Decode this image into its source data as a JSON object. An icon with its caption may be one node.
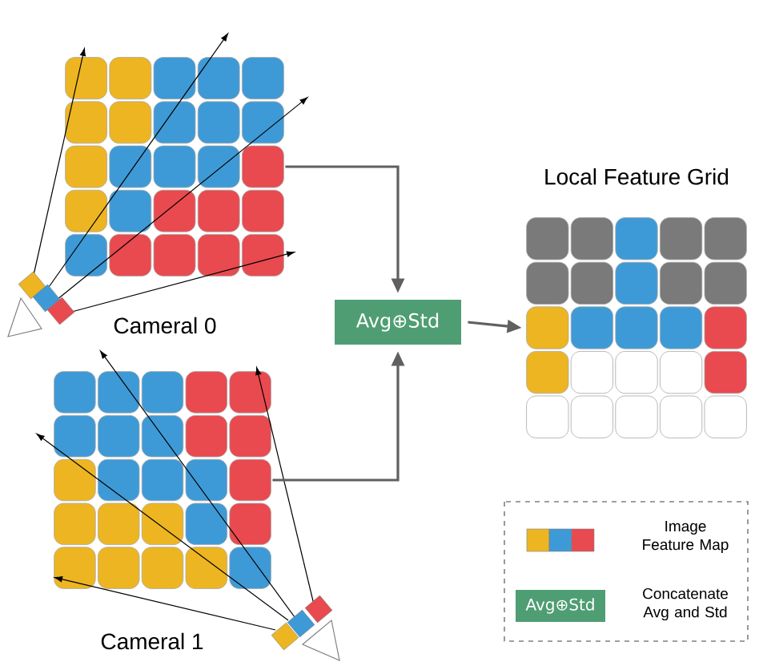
{
  "diagram": {
    "nodes": [
      {
        "text": [],
        "shape": "grid",
        "beside": [
          "Cameral 0"
        ]
      },
      {
        "text": [],
        "shape": "grid",
        "beside": [
          "Cameral 1"
        ]
      },
      {
        "text": [
          "Avg⊕Std"
        ]
      },
      {
        "text": [
          "Local Feature Grid"
        ]
      }
    ],
    "edges": [
      {
        "from": 0,
        "to": 2,
        "arrow": "to"
      },
      {
        "from": 1,
        "to": 2,
        "arrow": "to"
      },
      {
        "from": 2,
        "to": 3,
        "arrow": "to"
      }
    ],
    "labels": [
      "Avg⊕Std"
    ],
    "legend": [
      {
        "text": "Image Feature Map"
      },
      {
        "text": "Concatenate Avg and Std"
      }
    ]
  }
}
